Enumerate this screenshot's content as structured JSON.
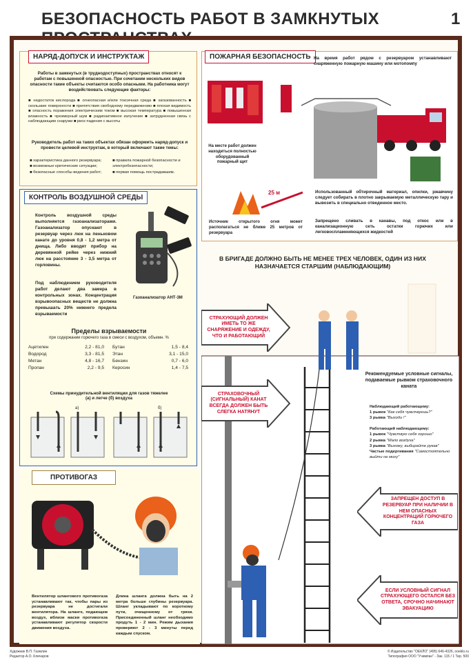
{
  "header": {
    "title": "БЕЗОПАСНОСТЬ РАБОТ В ЗАМКНУТЫХ ПРОСТРАНСТВАХ",
    "page_number": "1"
  },
  "permit": {
    "heading": "НАРЯД-ДОПУСК И ИНСТРУКТАЖ",
    "intro": "Работы в замкнутых (в труднодоступных) пространствах относят к работам с повышенной опасностью. При сочетании нескольких видов опасности такие объекты считаются особо опасными. На работника могут воздействовать следующие факторы:",
    "factors": "■ недостаток кислорода ■ огнеопасная и/или токсичная среда ■ загазованность ■ скользкие поверхности ■ препятствия свободному передвижению ■ плохая видимость ■ опасность поражения электрическим током ■ высокая температура ■ повышенная влажность ■ чрезмерный шум ■ радиоактивное излучение ■ затрудненная связь с наблюдающим снаружи ■ риск падения с высоты",
    "instruction": "Руководитель работ на таких объектах обязан оформить наряд-допуск и провести целевой инструктаж, в который включают такие темы:",
    "topics_left": [
      "■ характеристика данного резервуара;",
      "■ возможные критические ситуации;",
      "■ безопасные способы ведения работ;"
    ],
    "topics_right": [
      "■ правила пожарной безопасности и электробезопасности;",
      "■ первая помощь пострадавшим."
    ]
  },
  "air": {
    "heading": "КОНТРОЛЬ ВОЗДУШНОЙ СРЕДЫ",
    "text1": "Контроль воздушной среды выполняется газоанализаторами. Газоанализатор опускают в резервуар через люк на пеньковом канате до уровня 0,8 - 1,2 метра от днища. Либо вводят прибор на деревянной рейке через нижний люк на расстояние 3 - 3,5 метра от горловины.",
    "text2": "Под наблюдением руководителя работ делают два замера в контрольных зонах. Концентрация взрывоопасных веществ не должна превышать 20% нижнего предела взрываемости",
    "device_label": "Газоанализатор АНТ-3М",
    "limits_title": "Пределы взрываемости",
    "limits_sub": "при содержании горючего газа в смеси с воздухом, объемн. %",
    "gases_left": [
      {
        "name": "Ацетилен",
        "value": "2,2 - 81,0"
      },
      {
        "name": "Водород",
        "value": "3,3 - 81,5"
      },
      {
        "name": "Метан",
        "value": "4,8 - 16,7"
      },
      {
        "name": "Пропан",
        "value": "2,2 - 9,5"
      }
    ],
    "gases_right": [
      {
        "name": "Бутан",
        "value": "1,5 - 8,4"
      },
      {
        "name": "Этан",
        "value": "3,1 - 15,0"
      },
      {
        "name": "Бензин",
        "value": "0,7 - 6,0"
      },
      {
        "name": "Керосин",
        "value": "1,4 - 7,5"
      }
    ],
    "vent_title": "Схемы принудительной вентиляции для газов тяжелее (а) и легче (б) воздуха",
    "vent_a": "а)",
    "vent_b": "б)"
  },
  "fire": {
    "heading": "ПОЖАРНАЯ БЕЗОПАСНОСТЬ",
    "truck_text": "На время работ рядом с резервуаром устанавливают снаряженную пожарную машину или мотопомпу",
    "shield_text": "На месте работ должен находиться полностью оборудованный пожарный щит",
    "distance": "25 м",
    "fire_source": "Источник открытого огня может располагаться не ближе 25 метров от резервуара",
    "materials": "Использованный обтирочный материал, опилки, ржавчину следует собирать в плотно закрываемую металлическую тару и вывозить в специально отведенное место.",
    "sewer": "Запрещено сливать в канавы, под откос или в канализационную сеть остатки горючих или легковоспламеняющихся жидкостей"
  },
  "team": {
    "heading": "В БРИГАДЕ ДОЛЖНО БЫТЬ НЕ МЕНЕЕ ТРЕХ ЧЕЛОВЕК, ОДИН ИЗ НИХ НАЗНАЧАЕТСЯ СТАРШИМ (НАБЛЮДАЮЩИМ)",
    "arrow1": "СТРАХУЮЩИЙ ДОЛЖЕН ИМЕТЬ ТО ЖЕ СНАРЯЖЕНИЕ И ОДЕЖДУ, ЧТО И РАБОТАЮЩИЙ",
    "arrow2": "СТРАХОВОЧНЫЙ (СИГНАЛЬНЫЙ) КАНАТ ВСЕГДА ДОЛЖЕН БЫТЬ СЛЕГКА НАТЯНУТ",
    "arrow3": "ЗАПРЕЩЕН ДОСТУП В РЕЗЕРВУАР ПРИ НАЛИЧИИ В НЕМ ОПАСНЫХ КОНЦЕНТРАЦИЙ ГОРЮЧЕГО ГАЗА",
    "arrow4": "ЕСЛИ УСЛОВНЫЙ СИГНАЛ СТРАХУЮЩЕГО ОСТАЛСЯ БЕЗ ОТВЕТА, СРОЧНО НАЧИНАЮТ ЭВАКУАЦИЮ"
  },
  "signals": {
    "title": "Рекомендуемые условные сигналы, подаваемые рывком страховочного каната",
    "observer_title": "Наблюдающий работающему:",
    "observer": [
      {
        "key": "1 рывок",
        "text": "\"Как себя чувствуешь?\""
      },
      {
        "key": "3 рывка",
        "text": "\"Выходи !\""
      }
    ],
    "worker_title": "Работающий наблюдающему:",
    "worker": [
      {
        "key": "1 рывок",
        "text": "\"Чувствую себя хорошо\""
      },
      {
        "key": "2 рывка",
        "text": "\"Мало воздуха\""
      },
      {
        "key": "3 рывка",
        "text": "\"Выхожу, выбирайте рукав\""
      },
      {
        "key": "Частые подергивания",
        "text": "\"Самостоятельно выйти не могу\""
      }
    ]
  },
  "gasmask": {
    "heading": "ПРОТИВОГАЗ",
    "text_left": "Вентилятор шлангового противогаза устанавливают так, чтобы пары из резервуара не достигали вентилятора. На шланге, подающем воздух, вблизи маски противогаза устанавливают регулятор скорости движения воздуха.",
    "text_right": "Длина шланга должна быть на 2 метра больше глубины резервуара. Шланг укладывают по короткому пути, очищенному от грязи. Присоединенный шланг необходимо продуть 1 - 2 мин. Режим дыхания проверяют 2 - 3 минуты перед каждым спуском."
  },
  "footer": {
    "artist": "Художник В.П. Гаэмлин",
    "editor": "Редактор А.О. Кличаров",
    "publisher": "© Издательство \"ОЕКЛО\" (495) 646-4326, ooeklo.ru",
    "print": "Типография ООО \"Учимпан\" - Зак. 115 / 1  Тир. 500"
  },
  "colors": {
    "frame": "#5a2a1c",
    "accent_red": "#c8102e",
    "panel_bg": "#fffde8",
    "blue_border": "#2d63b5",
    "orange": "#e9611a"
  }
}
